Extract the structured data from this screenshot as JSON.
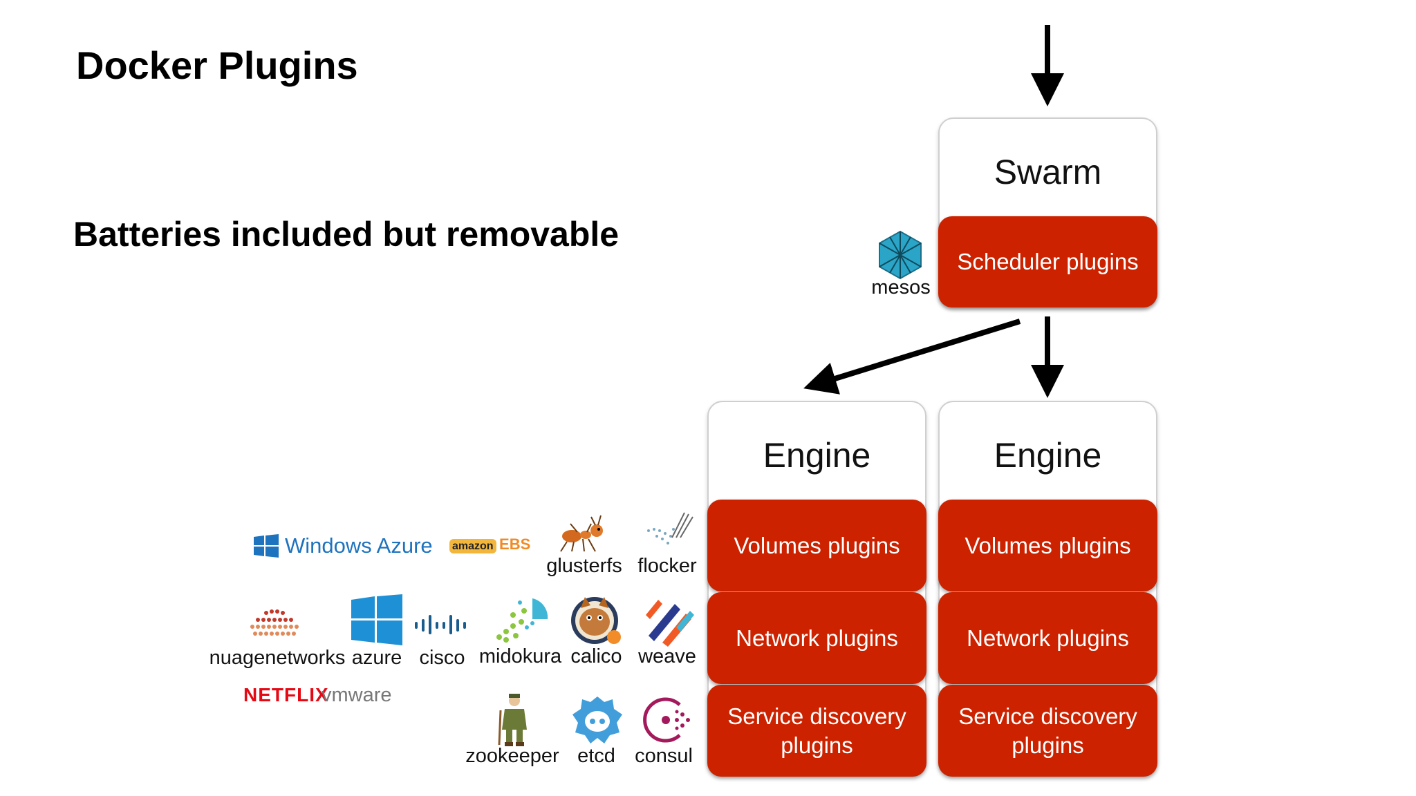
{
  "title": "Docker Plugins",
  "subtitle": "Batteries included but removable",
  "swarm": {
    "title": "Swarm",
    "plugins": [
      "Scheduler plugins"
    ]
  },
  "engines": [
    {
      "title": "Engine",
      "plugins": [
        "Volumes plugins",
        "Network plugins",
        "Service discovery plugins"
      ]
    },
    {
      "title": "Engine",
      "plugins": [
        "Volumes plugins",
        "Network plugins",
        "Service discovery plugins"
      ]
    }
  ],
  "logos": {
    "mesos": "mesos",
    "windows_azure": "Windows Azure",
    "amazon": "amazon",
    "ebs": "EBS",
    "glusterfs": "glusterfs",
    "flocker": "flocker",
    "nuagenetworks": "nuagenetworks",
    "azure": "azure",
    "cisco": "cisco",
    "midokura": "midokura",
    "calico": "calico",
    "weave": "weave",
    "netflix": "NETFLIX",
    "vmware": "vmware",
    "zookeeper": "zookeeper",
    "etcd": "etcd",
    "consul": "consul"
  },
  "colors": {
    "plugin_red": "#cc2200",
    "azure_blue": "#1e73be",
    "netflix_red": "#e50914"
  }
}
